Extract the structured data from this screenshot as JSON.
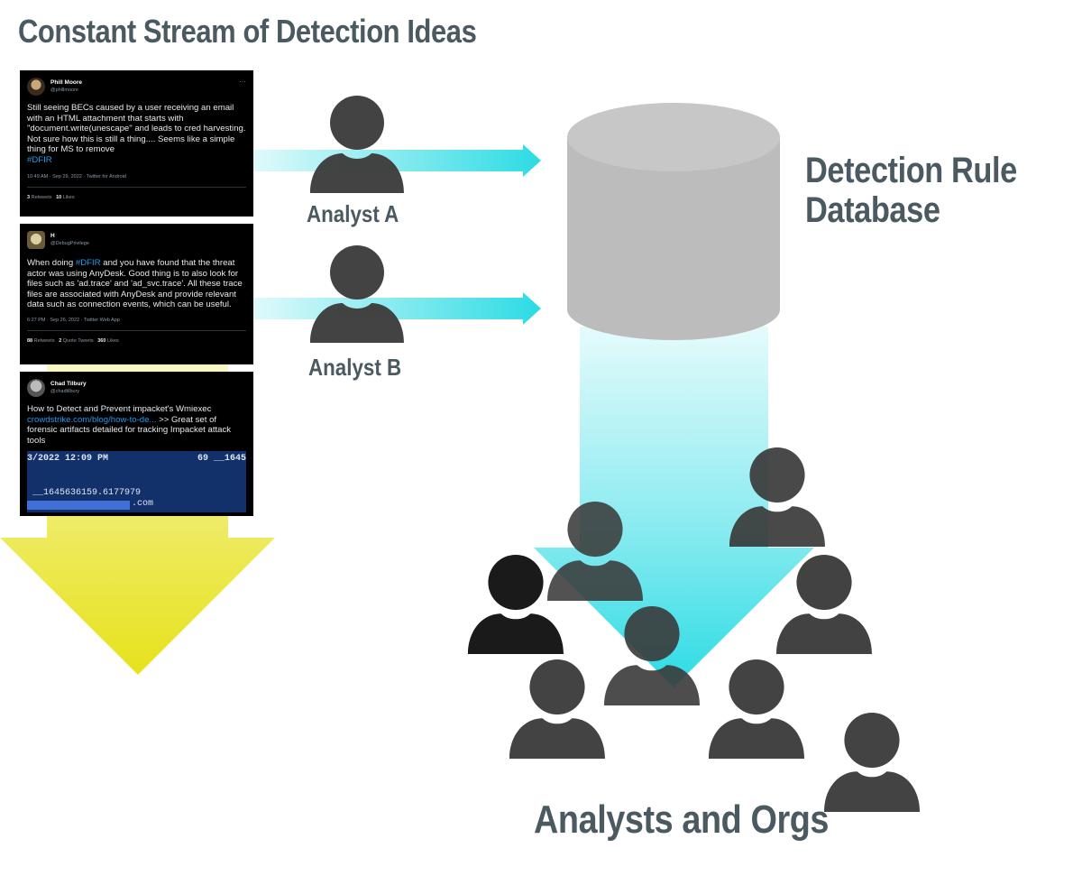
{
  "title": "Constant Stream of Detection Ideas",
  "database_label": [
    "Detection Rule",
    "Database"
  ],
  "analysts": [
    {
      "label": "Analyst A"
    },
    {
      "label": "Analyst B"
    }
  ],
  "orgs_label": "Analysts and Orgs",
  "colors": {
    "heading": "#4a5a60",
    "person": "#3f3f3f",
    "person_dark": "#151515",
    "cylinder": "#bcbcbc",
    "cylinder_top": "#c7c7c7",
    "arrow_cyan": "#2cdbe4",
    "arrow_yellow": "#e6e21d",
    "tweet_bg": "#000000",
    "tweet_link": "#1d9bf0"
  },
  "tweets": [
    {
      "name": "Phill Moore",
      "handle": "@phillmoore",
      "text": "Still seeing BECs caused by a user receiving an email with an HTML attachment that starts with \"document.write(unescape\" and leads to cred harvesting.\nNot sure how this is still a thing.... Seems like a simple thing for MS to remove",
      "hashtag": "#DFIR",
      "meta": "10:49 AM · Sep 29, 2022 · Twitter for Android",
      "stats": [
        {
          "num": "3",
          "label": "Retweets"
        },
        {
          "num": "10",
          "label": "Likes"
        }
      ]
    },
    {
      "name": "H",
      "handle": "@DebugPrivilege",
      "text_pre": "When doing ",
      "hashtag": "#DFIR",
      "text_post": " and you have found that the threat actor was using AnyDesk. Good thing is to also look for files such as 'ad.trace' and 'ad_svc.trace'. All these trace files are associated with AnyDesk and provide relevant data such as connection events, which can be useful.",
      "meta": "6:27 PM · Sep 26, 2022 · Twitter Web App",
      "stats": [
        {
          "num": "88",
          "label": "Retweets"
        },
        {
          "num": "2",
          "label": "Quote Tweets"
        },
        {
          "num": "360",
          "label": "Likes"
        }
      ]
    },
    {
      "name": "Chad Tilbury",
      "handle": "@chadtilbury",
      "text_pre": "How to Detect and Prevent impacket's Wmiexec\n",
      "link": "crowdstrike.com/blog/how-to-de...",
      "text_post": " >> Great set of forensic artifacts detailed for tracking Impacket attack tools",
      "terminal": {
        "line1_left": "3/2022  12:09 PM",
        "line1_right": "69 __1645",
        "line2": "__1645636159.6177979",
        "line3": ".com"
      }
    }
  ]
}
